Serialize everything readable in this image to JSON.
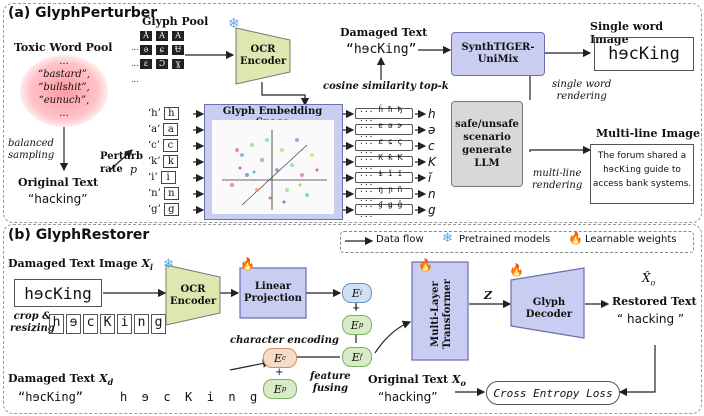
{
  "part_a": {
    "title": "(a) GlyphPerturber",
    "toxic_pool_label": "Toxic Word Pool",
    "toxic_words": [
      "...",
      "“bastard”,",
      "“bullshit”,",
      "“eunuch”,",
      "..."
    ],
    "balanced_sampling": "balanced\nsampling",
    "original_text_label": "Original Text",
    "original_text_value": "“hacking”",
    "perturb_rate_label": "Perturb\nrate",
    "perturb_rate_symbol": "p",
    "glyph_pool_label": "Glyph Pool",
    "ocr_encoder": "OCR\nEncoder",
    "embedding_space": "Glyph Embedding Space",
    "input_chars": [
      "‘h’",
      "‘a’",
      "‘c’",
      "‘k’",
      "‘i’",
      "‘n’",
      "‘g’"
    ],
    "box_chars": [
      "h",
      "a",
      "c",
      "k",
      "i",
      "n",
      "g"
    ],
    "candidate_rows": [
      "... ĥ ħ ђ ...",
      "... ɐ ə ɚ ...",
      "... ȼ ɕ ç ...",
      "... K ƙ Ꝁ ...",
      "... ɨ ǐ ï ...",
      "... ŋ ɲ ñ ...",
      "... ɠ ǥ ǧ ..."
    ],
    "selected_chars": [
      "h",
      "ə",
      "c",
      "K",
      "ǐ",
      "n",
      "g"
    ],
    "damaged_text_label": "Damaged Text",
    "damaged_text_value": "“hɘcKing”",
    "cosine_label": "cosine similarity top-k",
    "synthtiger": "SynthTIGER-\nUniMix",
    "llm_box": "safe/unsafe\nscenario\ngenerate\nLLM",
    "single_word_label": "Single word Image",
    "single_word_value": "hɘcKing",
    "single_word_rendering": "single word\nrendering",
    "multiline_label": "Multi-line Image",
    "multiline_rendering": "multi-line\nrendering",
    "multiline_text_1": "The forum shared a",
    "multiline_text_2a": "hɘcKing",
    "multiline_text_2b": " guide to",
    "multiline_text_3": "access bank systems."
  },
  "part_b": {
    "title": "(b) GlyphRestorer",
    "legend": {
      "data_flow": "Data flow",
      "pretrained": "Pretrained models",
      "learnable": "Learnable weights"
    },
    "damaged_image_label": "Damaged Text Image",
    "damaged_image_var": "X",
    "damaged_image_sub": "i",
    "damaged_image_word": "hɘcKing",
    "crop_label": "crop &\nresizing",
    "crop_chars": [
      "h",
      "ɘ",
      "c",
      "K",
      "i",
      "n",
      "g"
    ],
    "ocr_encoder": "OCR\nEncoder",
    "linear_projection": "Linear\nProjection",
    "ei": "E",
    "ei_sub": "i",
    "ep": "E",
    "ep_sub": "p",
    "ef": "E",
    "ef_sub": "f",
    "ec": "E",
    "ec_sub": "c",
    "ep2": "E",
    "ep2_sub": "p",
    "plus": "+",
    "multilayer": "Multi-Layer\nTransformer",
    "z_label": "Z",
    "glyph_decoder": "Glyph\nDecoder",
    "restored_var": "X̂",
    "restored_sub": "o",
    "restored_label": "Restored Text",
    "restored_value": "“ hacking ”",
    "char_encoding": "character encoding",
    "feature_fusing": "feature\nfusing",
    "damaged_text_label": "Damaged Text",
    "damaged_text_var": "X",
    "damaged_text_sub": "d",
    "damaged_text_value": "“hɘcKing”",
    "spaced_chars": "h  ɘ  c  K  i  n  g",
    "original_text_label": "Original Text",
    "original_text_var": "X",
    "original_text_sub": "o",
    "original_text_value": "“hacking”",
    "cross_entropy": "Cross Entropy Loss"
  },
  "colors": {
    "purple": "#c9cdf2",
    "green": "#dce8b0",
    "gray": "#d8d8d8",
    "pink": "#ffb3b8",
    "ei_pill": "#cfe0f3",
    "ec_pill": "#f6dcc6",
    "ep_pill": "#d6ebc6"
  },
  "icons": [
    "snowflake-icon",
    "flame-icon"
  ]
}
